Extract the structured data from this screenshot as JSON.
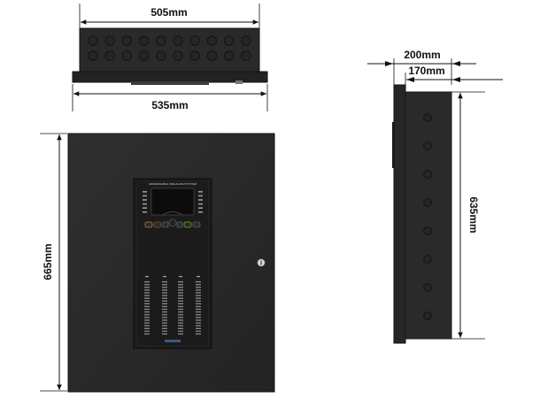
{
  "dimensions": {
    "top_width": "505mm",
    "bottom_width": "535mm",
    "height_front": "665mm",
    "depth_outer": "200mm",
    "depth_inner": "170mm",
    "height_side": "635mm"
  },
  "colors": {
    "cabinet": "#2a2a2a",
    "cabinet_edge": "#161616",
    "panel": "#1b1b1b",
    "screen": "#0c0c0c",
    "dimension_line": "#111111",
    "led_green": "#5fa83a",
    "led_orange": "#c9782a"
  },
  "icons": {
    "lock": "lock-icon",
    "knockout": "cable-knockout-icon"
  }
}
